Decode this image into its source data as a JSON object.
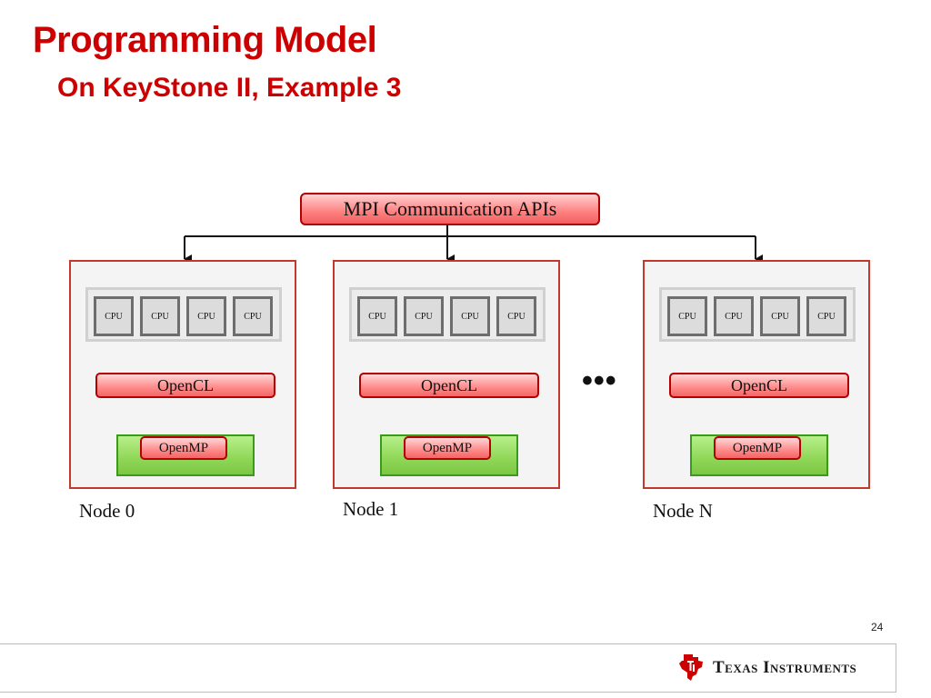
{
  "slide": {
    "title": "Programming Model",
    "subtitle": "On KeyStone II, Example 3",
    "page_number": "24"
  },
  "diagram": {
    "mpi_label": "MPI Communication APIs",
    "ellipsis": "•••",
    "nodes": [
      {
        "label": "Node 0",
        "cpus": [
          "CPU",
          "CPU",
          "CPU",
          "CPU"
        ],
        "opencl": "OpenCL",
        "openmp": "OpenMP"
      },
      {
        "label": "Node 1",
        "cpus": [
          "CPU",
          "CPU",
          "CPU",
          "CPU"
        ],
        "opencl": "OpenCL",
        "openmp": "OpenMP"
      },
      {
        "label": "Node N",
        "cpus": [
          "CPU",
          "CPU",
          "CPU",
          "CPU"
        ],
        "opencl": "OpenCL",
        "openmp": "OpenMP"
      }
    ]
  },
  "footer": {
    "logo_icon": "texas-instruments-logo-icon",
    "brand": "Texas Instruments"
  },
  "colors": {
    "title_red": "#cc0000",
    "node_border": "#c0392b",
    "box_red": "#ff8080",
    "box_green": "#8fd657"
  }
}
